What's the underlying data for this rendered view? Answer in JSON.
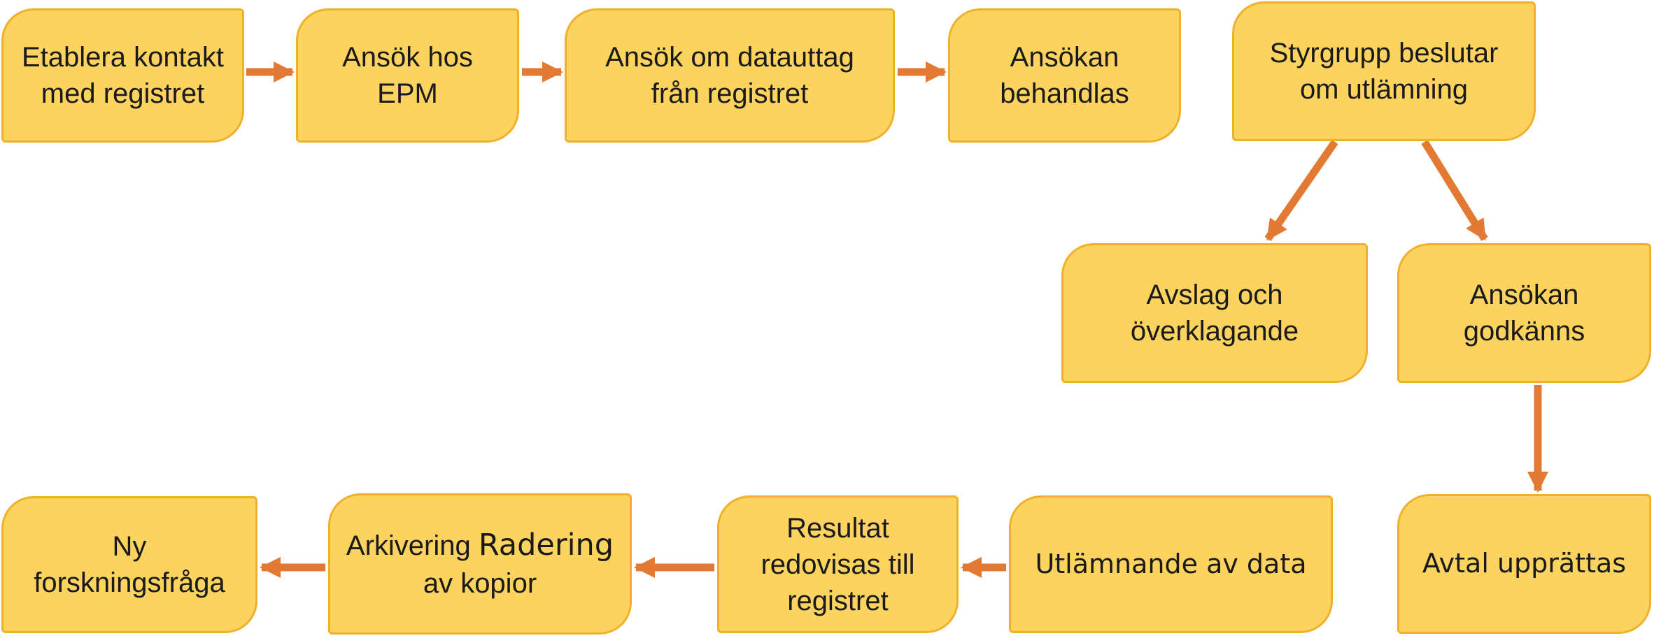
{
  "colors": {
    "node_fill": "#FBD35E",
    "node_border": "#F0B02A",
    "arrow": "#E37A33",
    "text": "#1a1a1a"
  },
  "nodes": [
    {
      "id": "etablera-kontakt",
      "label": "Etablera kontakt\nmed registret"
    },
    {
      "id": "ansok-epm",
      "label": "Ansök hos\nEPM"
    },
    {
      "id": "ansok-datauttag",
      "label": "Ansök om datauttag\nfrån registret"
    },
    {
      "id": "ansokan-behandlas",
      "label": "Ansökan\nbehandlas"
    },
    {
      "id": "styrgrupp",
      "label": "Styrgrupp beslutar\nom utlämning"
    },
    {
      "id": "avslag",
      "label": "Avslag och\növerklagande"
    },
    {
      "id": "godkanns",
      "label": "Ansökan\ngodkänns"
    },
    {
      "id": "avtal",
      "label": "Avtal upprättas",
      "wide_font": true
    },
    {
      "id": "utlamnande",
      "label": "Utlämnande av data",
      "wide_font": true
    },
    {
      "id": "resultat",
      "label": "Resultat\nredovisas till\nregistret"
    },
    {
      "id": "arkivering",
      "label_parts": [
        {
          "text": "Arkivering "
        },
        {
          "text": "Radering",
          "alt_font": true
        },
        {
          "text": "\nav kopior"
        }
      ]
    },
    {
      "id": "ny-forskningsfraga",
      "label": "Ny\nforskningsfråga"
    }
  ],
  "edges": [
    {
      "id": "e1",
      "from": "etablera-kontakt",
      "to": "ansok-epm"
    },
    {
      "id": "e2",
      "from": "ansok-epm",
      "to": "ansok-datauttag"
    },
    {
      "id": "e3",
      "from": "ansok-datauttag",
      "to": "ansokan-behandlas"
    },
    {
      "id": "e4",
      "from": "styrgrupp",
      "to": "avslag"
    },
    {
      "id": "e5",
      "from": "styrgrupp",
      "to": "godkanns"
    },
    {
      "id": "e6",
      "from": "godkanns",
      "to": "avtal"
    },
    {
      "id": "e7",
      "from": "utlamnande",
      "to": "resultat"
    },
    {
      "id": "e8",
      "from": "resultat",
      "to": "arkivering"
    },
    {
      "id": "e9",
      "from": "arkivering",
      "to": "ny-forskningsfraga"
    }
  ]
}
